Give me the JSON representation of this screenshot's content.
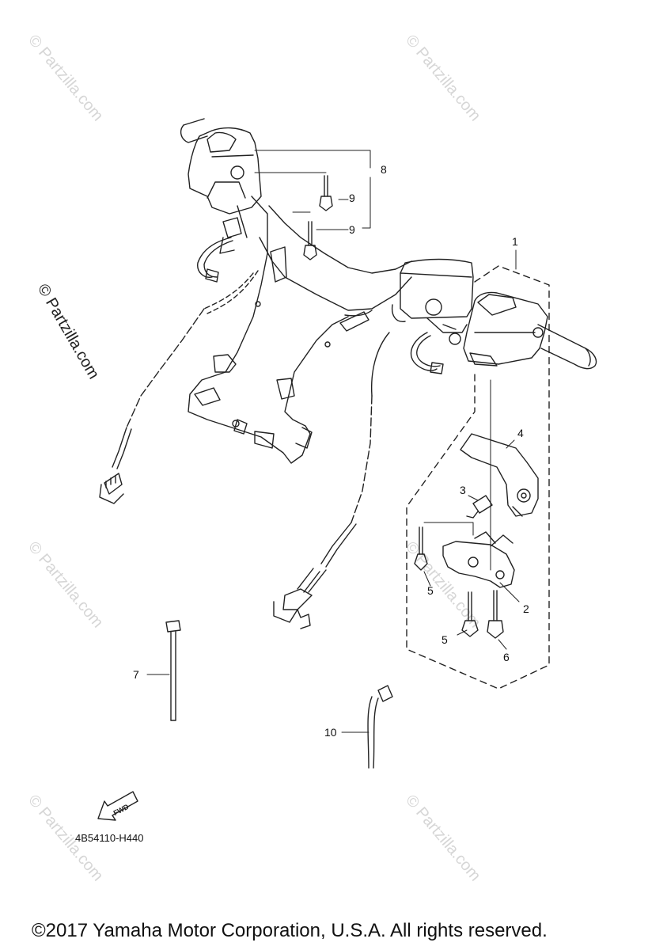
{
  "watermark": "© Partzilla.com",
  "diagram_code": "4B54110-H440",
  "fwd_label": "FWD",
  "copyright": "©2017 Yamaha Motor Corporation, U.S.A. All rights reserved.",
  "callouts": [
    "1",
    "2",
    "3",
    "4",
    "5",
    "5",
    "6",
    "7",
    "8",
    "9",
    "9",
    "10"
  ]
}
